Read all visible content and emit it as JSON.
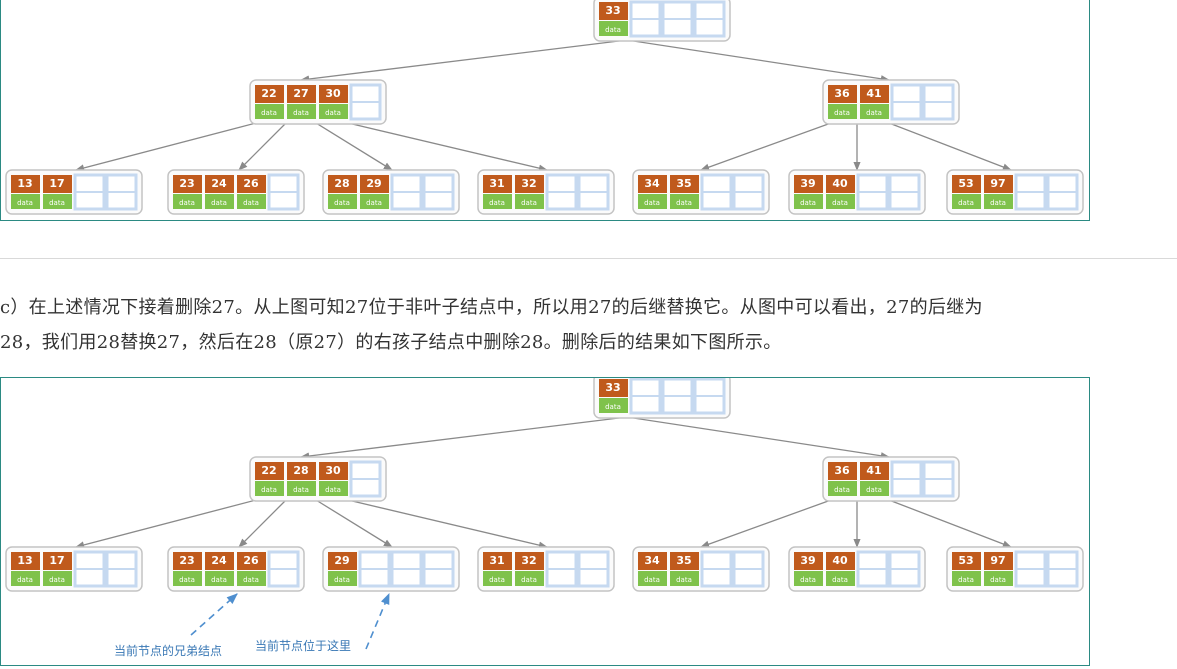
{
  "colors": {
    "key": "#c05a1c",
    "data": "#7fc24b",
    "empty": "#c6d9f0",
    "border": "#c4c4c4",
    "edge": "#8a8a8a",
    "frame": "#2b8a83"
  },
  "data_label": "data",
  "paragraph": {
    "line1": "c）在上述情况下接着删除27。从上图可知27位于非叶子结点中，所以用27的后继替换它。从图中可以看出，27的后继为",
    "line2": "28，我们用28替换27，然后在28（原27）的右孩子结点中删除28。删除后的结果如下图所示。"
  },
  "tree_before": {
    "root": [
      "33"
    ],
    "level2": [
      [
        "22",
        "27",
        "30"
      ],
      [
        "36",
        "41"
      ]
    ],
    "leaves": [
      [
        "13",
        "17"
      ],
      [
        "23",
        "24",
        "26"
      ],
      [
        "28",
        "29"
      ],
      [
        "31",
        "32"
      ],
      [
        "34",
        "35"
      ],
      [
        "39",
        "40"
      ],
      [
        "53",
        "97"
      ]
    ]
  },
  "tree_after": {
    "root": [
      "33"
    ],
    "level2": [
      [
        "22",
        "28",
        "30"
      ],
      [
        "36",
        "41"
      ]
    ],
    "leaves": [
      [
        "13",
        "17"
      ],
      [
        "23",
        "24",
        "26"
      ],
      [
        "29"
      ],
      [
        "31",
        "32"
      ],
      [
        "34",
        "35"
      ],
      [
        "39",
        "40"
      ],
      [
        "53",
        "97"
      ]
    ],
    "annotations": {
      "sibling": "当前节点的兄弟结点",
      "current": "当前节点位于这里"
    }
  }
}
